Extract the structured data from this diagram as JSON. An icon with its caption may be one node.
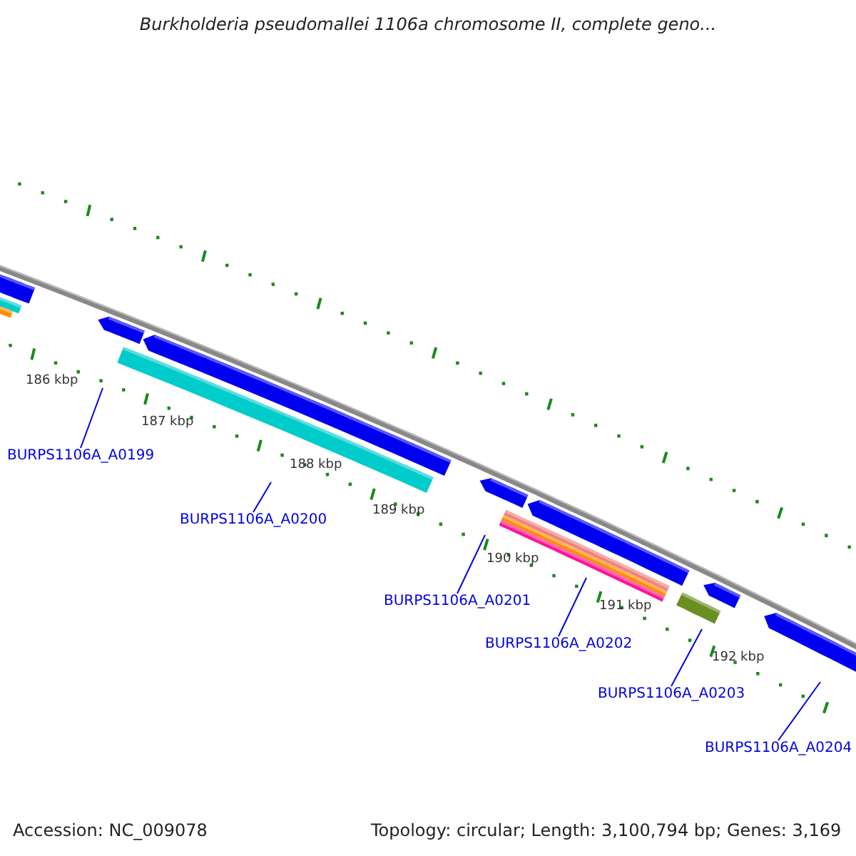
{
  "diagram": {
    "title": "Burkholderia pseudomallei 1106a chromosome II, complete geno...",
    "nodes": [
      {
        "text": [
          "BURPS1106A_A0199"
        ]
      },
      {
        "text": [
          "BURPS1106A_A0200"
        ]
      },
      {
        "text": [
          "BURPS1106A_A0201"
        ]
      },
      {
        "text": [
          "BURPS1106A_A0202"
        ]
      },
      {
        "text": [
          "BURPS1106A_A0203"
        ]
      },
      {
        "text": [
          "BURPS1106A_A0204"
        ]
      }
    ],
    "edges": [
      {
        "from": 0,
        "to": null,
        "arrow": "none"
      },
      {
        "from": 1,
        "to": null,
        "arrow": "none"
      },
      {
        "from": 2,
        "to": null,
        "arrow": "none"
      },
      {
        "from": 3,
        "to": null,
        "arrow": "none"
      },
      {
        "from": 4,
        "to": null,
        "arrow": "none"
      },
      {
        "from": 5,
        "to": null,
        "arrow": "none"
      }
    ],
    "labels": [
      "186 kbp",
      "187 kbp",
      "188 kbp",
      "189 kbp",
      "190 kbp",
      "191 kbp",
      "192 kbp",
      "Accession: NC_009078",
      "Topology: circular; Length: 3,100,794 bp; Genes: 3,169"
    ]
  }
}
